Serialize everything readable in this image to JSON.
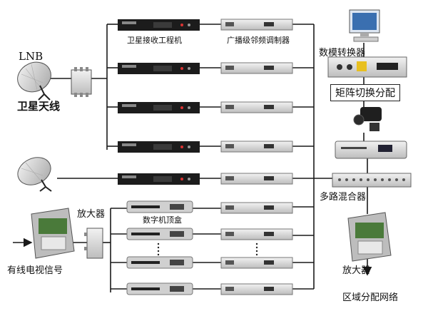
{
  "labels": {
    "lnb": "LNB",
    "satellite_antenna": "卫星天线",
    "satellite_receiver": "卫星接收工程机",
    "broadcast_modulator": "广播级邻频调制器",
    "ad_converter": "数模转换器",
    "matrix_switcher": "矩阵切换分配",
    "multiplexer": "多路混合器",
    "amplifier_left": "放大器",
    "set_top_box": "数字机顶盒",
    "cable_tv_signal": "有线电视信号",
    "amplifier_right": "放大器",
    "area_network": "区域分配网络"
  },
  "colors": {
    "wire": "#1a1a1a",
    "device_body": "#d9d9d9",
    "device_dark": "#1c1c1c"
  }
}
